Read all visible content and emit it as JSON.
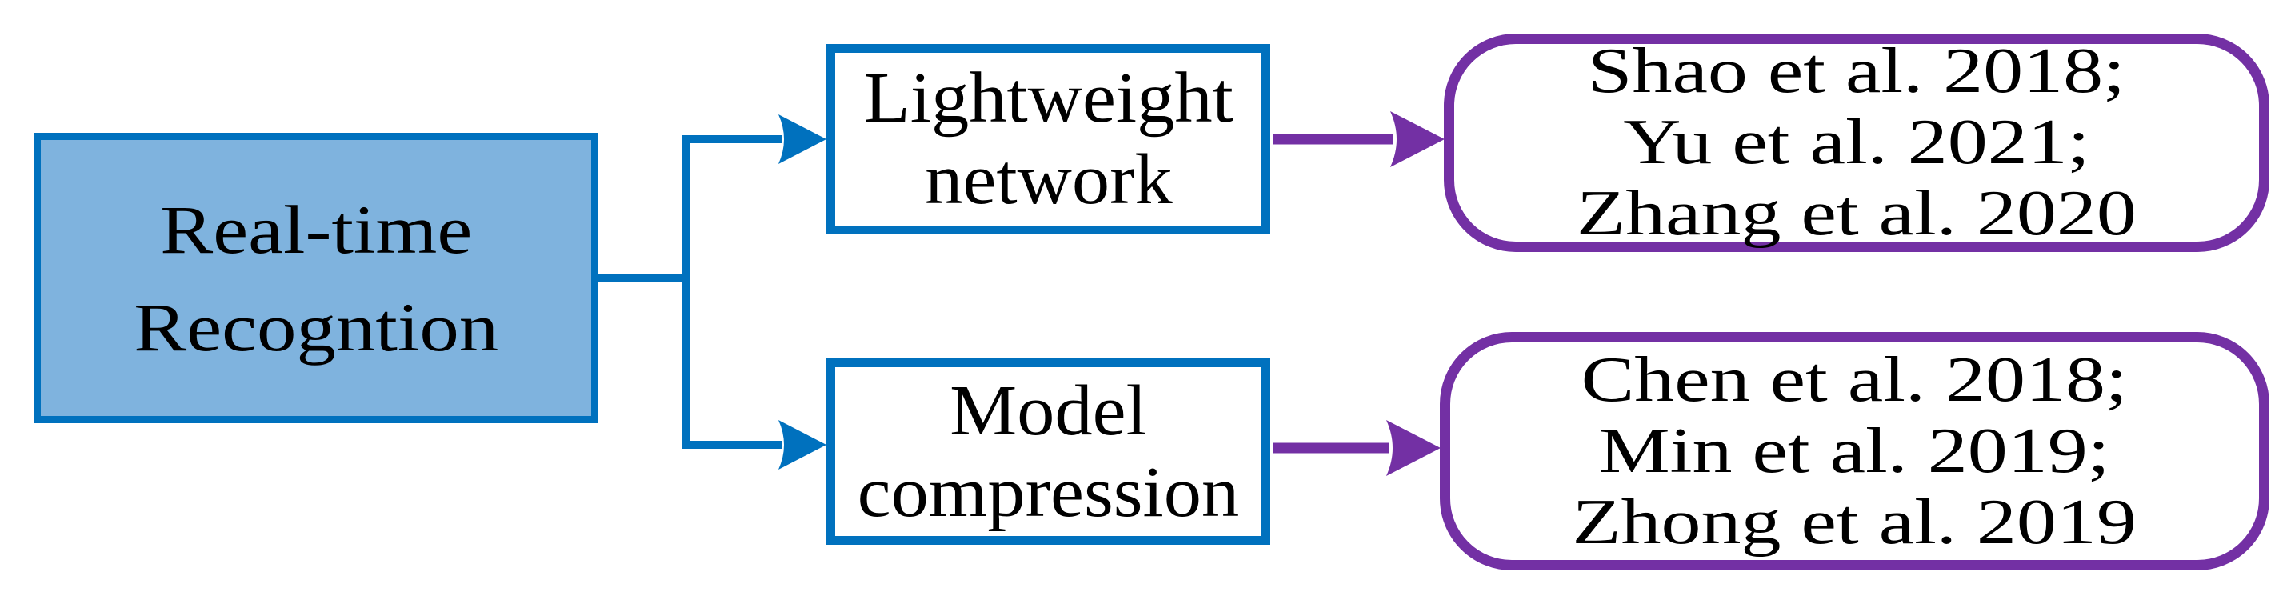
{
  "figure": {
    "root": {
      "label_lines": [
        "Real-time",
        "Recogntion"
      ]
    },
    "branches": [
      {
        "method_lines": [
          "Lightweight",
          "network"
        ],
        "reference_lines": [
          "Shao et al. 2018;",
          "Yu et al. 2021;",
          "Zhang et al. 2020"
        ]
      },
      {
        "method_lines": [
          "Model",
          "compression"
        ],
        "reference_lines": [
          "Chen et al. 2018;",
          "Min et al. 2019;",
          "Zhong et al. 2019"
        ]
      }
    ],
    "colors": {
      "blue": "#0071BE",
      "blue_fill": "#7FB3DE",
      "purple": "#7330A4",
      "text": "#000000",
      "background": "#FFFFFF"
    }
  }
}
